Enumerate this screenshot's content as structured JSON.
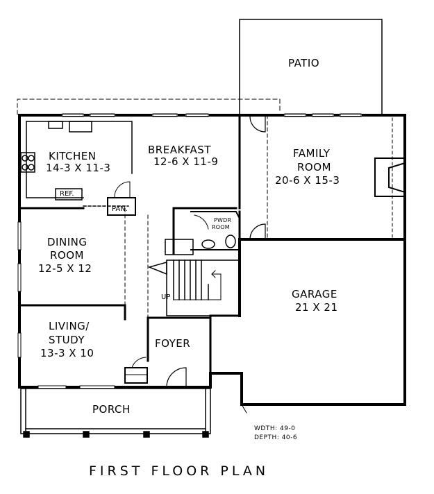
{
  "rooms": {
    "patio": {
      "name": "PATIO"
    },
    "kitchen": {
      "name": "KITCHEN",
      "size": "14-3 X 11-3"
    },
    "breakfast": {
      "name": "BREAKFAST",
      "size": "12-6 X 11-9"
    },
    "family_room": {
      "name_line1": "FAMILY",
      "name_line2": "ROOM",
      "size": "20-6 X 15-3"
    },
    "dining_room": {
      "name_line1": "DINING",
      "name_line2": "ROOM",
      "size": "12-5 X 12"
    },
    "garage": {
      "name": "GARAGE",
      "size": "21 X 21"
    },
    "living_study": {
      "name_line1": "LIVING/",
      "name_line2": "STUDY",
      "size": "13-3 X 10"
    },
    "foyer": {
      "name": "FOYER"
    },
    "porch": {
      "name": "PORCH"
    },
    "powder_room": {
      "name_line1": "PWDR",
      "name_line2": "ROOM"
    }
  },
  "labels": {
    "ref": "REF.",
    "pantry": "PAN.",
    "stair_up": "UP"
  },
  "dimensions": {
    "width": "WDTH: 49-0",
    "depth": "DEPTH: 40-6"
  },
  "title": "FIRST FLOOR PLAN",
  "colors": {
    "ink": "#000000",
    "paper": "#ffffff"
  }
}
